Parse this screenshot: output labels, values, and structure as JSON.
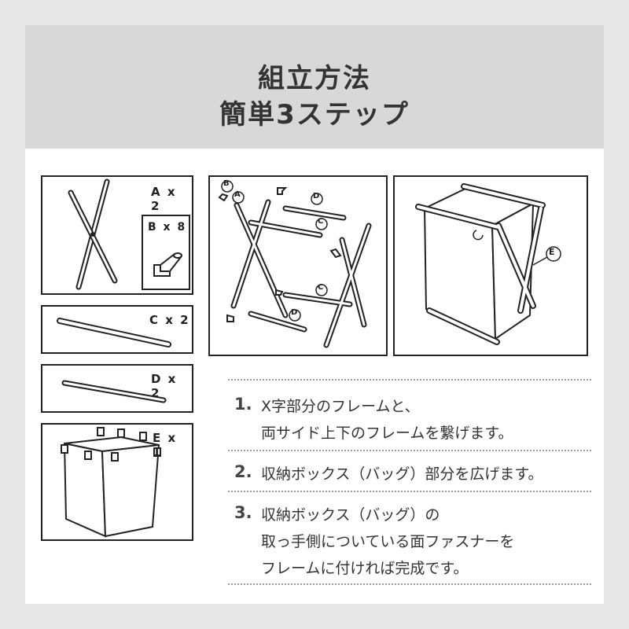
{
  "header": {
    "title_line1": "組立方法",
    "title_line2": "簡単3ステップ",
    "background": "#d8d8d8"
  },
  "parts": [
    {
      "label": "A x 2"
    },
    {
      "label": "B x 8"
    },
    {
      "label": "C x 2"
    },
    {
      "label": "D x 2"
    },
    {
      "label": "E x 1"
    }
  ],
  "diagram_callouts": {
    "assembly": [
      "B",
      "A",
      "D",
      "C",
      "C",
      "D"
    ],
    "completed": [
      "E"
    ]
  },
  "steps": [
    {
      "number": "1.",
      "lines": [
        "X字部分のフレームと、",
        "両サイド上下のフレームを繋げます。"
      ]
    },
    {
      "number": "2.",
      "lines": [
        "収納ボックス（バッグ）部分を広げます。"
      ]
    },
    {
      "number": "3.",
      "lines": [
        "収納ボックス（バッグ）の",
        "取っ手側についている面ファスナーを",
        "フレームに付ければ完成です。"
      ]
    }
  ]
}
